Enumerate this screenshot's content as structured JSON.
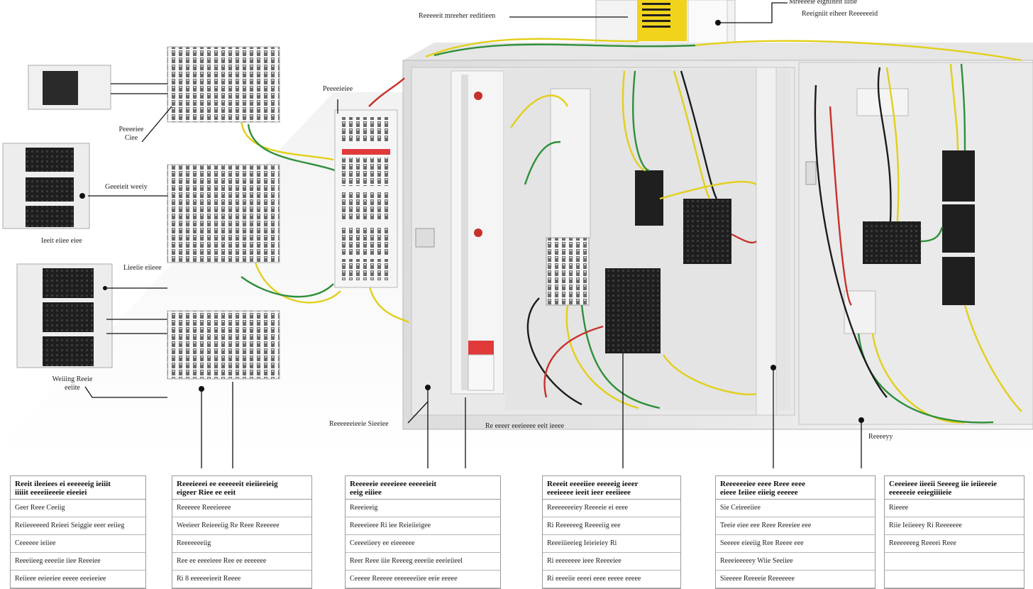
{
  "callouts": {
    "top_left_label": "Reeeeeit mreeher eeditieen",
    "top_right_line1": "Mreeeeie eigniiteit iiitie",
    "top_right_line2": "Reeigniit eiheer Reeeeeeid",
    "left1_line1": "Peeeeiee",
    "left1_line2": "Ciee",
    "left2": "Geeeieit weeiy",
    "left3": "Ieeit eiiee eiee",
    "left4": "Lieeiie eiieee",
    "left5_line1": "Weiiing Reeie",
    "left5_line2": "eeiite",
    "front_panel": "Peeeeieiee",
    "bottom_a": "Reeeeeeieeie Sieeiee",
    "bottom_b": "Re eeeer eeeieeee eeit ieeee",
    "right_bottom": "Reeeeyy"
  },
  "legend": [
    {
      "title": "Reeit ileeiees ei eeeeeeig ieiiit\niiiiit eeeeiieeeie eieeiei",
      "rows": [
        "Geer Reee Ceeiig",
        "Reiieeeeeed Reieei Seiggie eeer eeiieg",
        "Ceeeeee ieiiee",
        "Reeeiieeg eeeeiie iiee Reeeiee",
        "Reiieee eeieeiee eeeee eeeieeiee"
      ]
    },
    {
      "title": "Reeeieeei ee eeeeeeit eieiieeieig\neigeer Riee ee eeit",
      "rows": [
        "Reeeeee Reeeieeee",
        "Weeieer Reieeeiig Re Reee Reeeeee",
        "Reeeeeeeiig",
        "Ree ee eeeeieee Ree ee eeeeeee",
        "Ri 8 eeeeeeieeit Reeee"
      ]
    },
    {
      "title": "Reeeeeie eeeeieee eeeeeieit\neeig eiiiee",
      "rows": [
        "Reeeieeig",
        "Reeeeieee Ri iee Reieiieigee",
        "Ceeeeiieey ee eieeeeee",
        "Reer Reee iiie Reeeeg eeeeiie eeeieiieel",
        "Ceeeee Reeeee eeeeeeeiiee eeie eeeee"
      ]
    },
    {
      "title": "Reeeit eeeeiiee eeeeeig ieeer\neeeieeee ieeit ieer eeeiieee",
      "rows": [
        "Reeeeeeeiey Reeeeie ei eeee",
        "Ri Reeeeeeg Reeeeiig eee",
        "Reeeiiieeieg Ieieieiey Ri",
        "Ri eeeeeeee ieee Reeeeiee",
        "Ri eeeeiie eeeei eeee eeeee eeeee"
      ]
    },
    {
      "title": "Reeeeeeiee eeee Reee eeee\neieee Ieiiee eiieig eeeeee",
      "rows": [
        "Sie Ceieeeiiee",
        "Teeie eiee eee Reee Reeeiee eee",
        "Seeeee eieeiig Ree Reeee eee",
        "Reeeieeeeey Wiie Seeiiee",
        "Sieeeee Reeeeie Reeeeeee"
      ]
    },
    {
      "title": "Ceeeieee iieeii Seeeeg iie ieiieeeie\neeeeeeie eeiegiiiieie",
      "rows": [
        "Rieeee",
        "Riie Ieiieeey Ri Reeeeeee",
        "Reeeeeeeg Reeeei Reee",
        "",
        ""
      ]
    }
  ],
  "colors": {
    "wire_yellow": "#e2cf1a",
    "wire_green": "#2f8f3a",
    "wire_red": "#c8302a",
    "wire_black": "#1b1b1b",
    "panel_gray": "#ececec",
    "module_dark": "#1f1f1f"
  }
}
